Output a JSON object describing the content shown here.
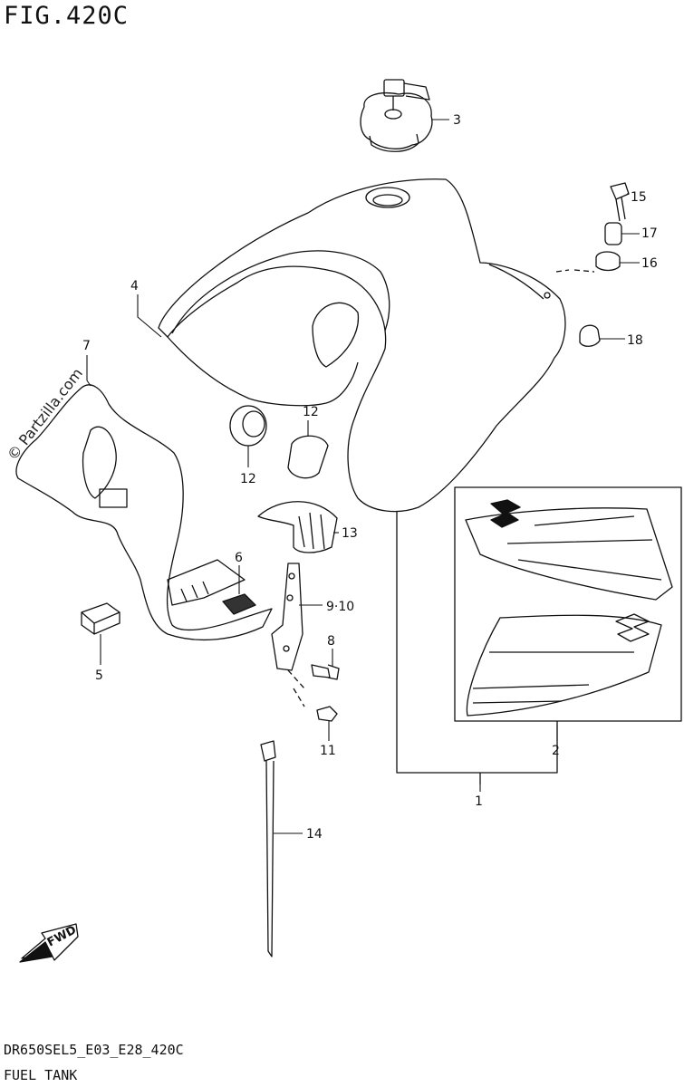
{
  "figure": {
    "title": "FIG.420C"
  },
  "footer": {
    "model_code": "DR650SEL5_E03_E28_420C",
    "section_name": "FUEL TANK"
  },
  "watermark": {
    "text": "© Partzilla.com"
  },
  "direction_badge": {
    "text": "FWD"
  },
  "callouts": [
    {
      "id": "3",
      "label": "3"
    },
    {
      "id": "15",
      "label": "15"
    },
    {
      "id": "17",
      "label": "17"
    },
    {
      "id": "16",
      "label": "16"
    },
    {
      "id": "18",
      "label": "18"
    },
    {
      "id": "4",
      "label": "4"
    },
    {
      "id": "7",
      "label": "7"
    },
    {
      "id": "12a",
      "label": "12"
    },
    {
      "id": "12b",
      "label": "12"
    },
    {
      "id": "13",
      "label": "13"
    },
    {
      "id": "6",
      "label": "6"
    },
    {
      "id": "9_10",
      "label": "9·10"
    },
    {
      "id": "8",
      "label": "8"
    },
    {
      "id": "5",
      "label": "5"
    },
    {
      "id": "11",
      "label": "11"
    },
    {
      "id": "2",
      "label": "2"
    },
    {
      "id": "1",
      "label": "1"
    },
    {
      "id": "14",
      "label": "14"
    }
  ]
}
